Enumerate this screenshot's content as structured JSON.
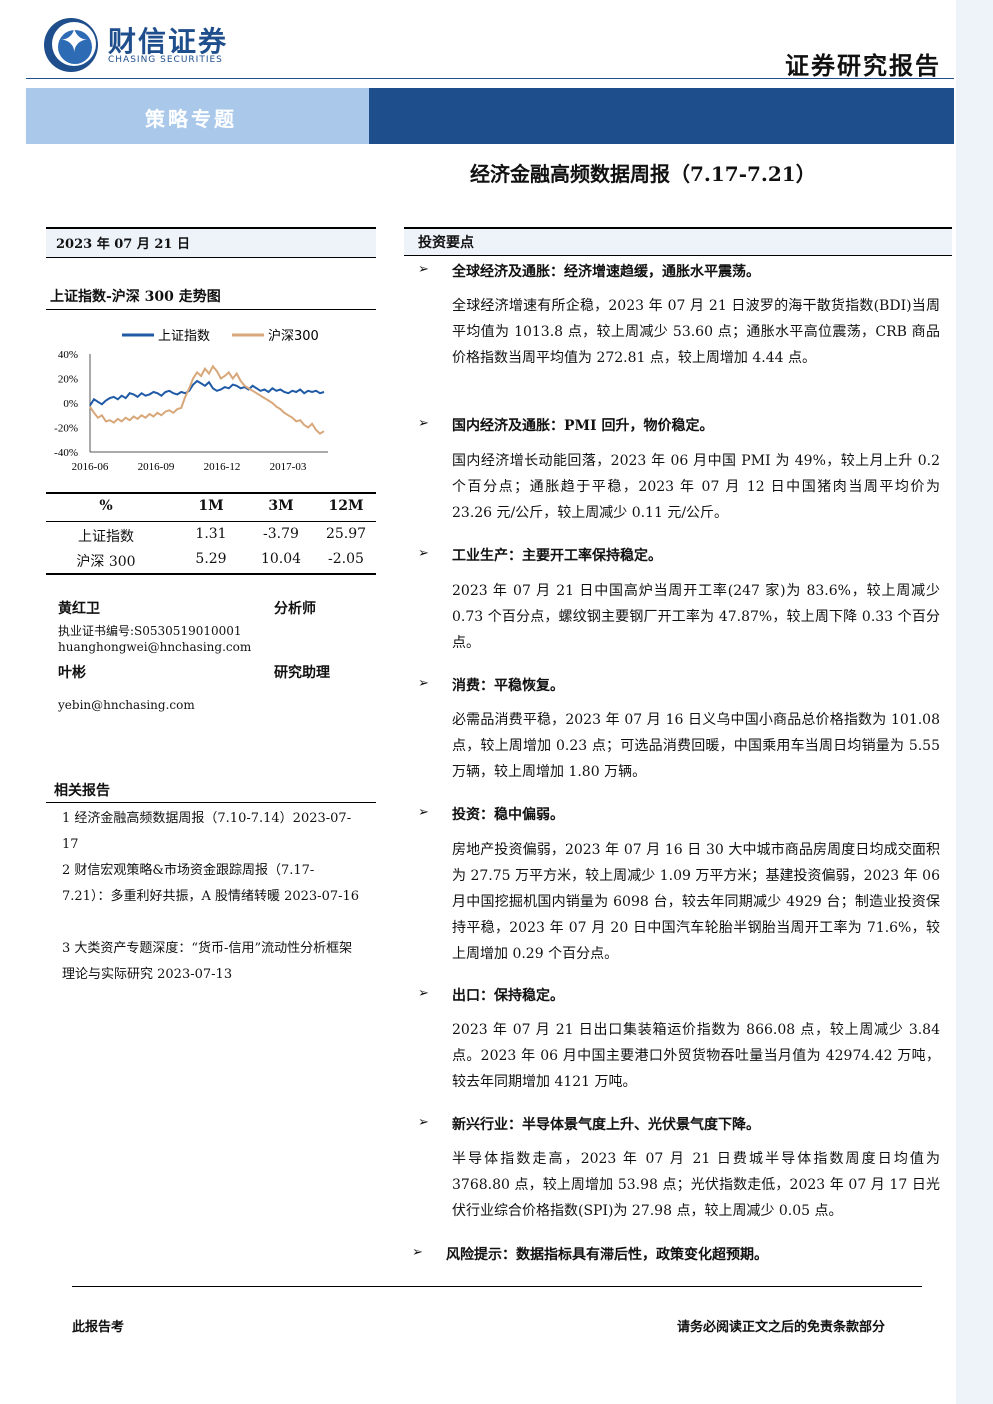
{
  "header": {
    "company_cn": "财信证券",
    "company_en": "CHASING SECURITIES",
    "report_type": "证券研究报告",
    "banner": "策略专题",
    "title": "经济金融高频数据周报（7.17-7.21）"
  },
  "left": {
    "date": "2023 年 07 月 21 日",
    "chart_title": "上证指数-沪深 300 走势图",
    "table": {
      "headers": [
        "%",
        "1M",
        "3M",
        "12M"
      ],
      "rows": [
        [
          "上证指数",
          "1.31",
          "-3.79",
          "25.97"
        ],
        [
          "沪深 300",
          "5.29",
          "10.04",
          "-2.05"
        ]
      ]
    },
    "analysts": [
      {
        "name": "黄红卫",
        "role": "分析师",
        "license": "执业证书编号:S0530519010001",
        "email": "huanghongwei@hnchasing.com"
      },
      {
        "name": "叶彬",
        "role": "研究助理",
        "email": "yebin@hnchasing.com"
      }
    ],
    "related_title": "相关报告",
    "related": [
      "1 经济金融高频数据周报（7.10-7.14）2023-07-17",
      "2 财信宏观策略&市场资金跟踪周报（7.17-7.21）：多重利好共振，A 股情绪转暖 2023-07-16",
      "3 大类资产专题深度：“货币-信用”流动性分析框架理论与实际研究 2023-07-13"
    ]
  },
  "chart_data": {
    "type": "line",
    "x_ticks": [
      "2016-06",
      "2016-09",
      "2016-12",
      "2017-03"
    ],
    "y_ticks": [
      "40%",
      "20%",
      "0%",
      "-20%",
      "-40%"
    ],
    "ylim": [
      -40,
      40
    ],
    "series": [
      {
        "name": "上证指数",
        "color": "#1f5aa6",
        "values": [
          -2,
          3,
          1,
          -1,
          2,
          4,
          5,
          3,
          6,
          4,
          8,
          7,
          5,
          8,
          6,
          7,
          9,
          8,
          6,
          9,
          10,
          8,
          7,
          9,
          8,
          10,
          15,
          18,
          16,
          14,
          17,
          12,
          10,
          11,
          13,
          12,
          15,
          14,
          12,
          13,
          11,
          14,
          12,
          10,
          11,
          9,
          12,
          10,
          11,
          9,
          8,
          10,
          9,
          11,
          8,
          10,
          9,
          10,
          8,
          9
        ]
      },
      {
        "name": "沪深300",
        "color": "#d8a77a",
        "values": [
          -3,
          -8,
          -12,
          -10,
          -15,
          -14,
          -16,
          -13,
          -15,
          -12,
          -14,
          -11,
          -13,
          -10,
          -12,
          -9,
          -11,
          -8,
          -10,
          -7,
          -6,
          -8,
          -5,
          -4,
          5,
          12,
          20,
          25,
          22,
          28,
          24,
          30,
          26,
          20,
          22,
          25,
          20,
          24,
          18,
          14,
          12,
          10,
          8,
          6,
          4,
          2,
          0,
          -3,
          -5,
          -8,
          -10,
          -12,
          -15,
          -14,
          -18,
          -20,
          -17,
          -22,
          -25,
          -23
        ]
      }
    ]
  },
  "right": {
    "key_title": "投资要点",
    "sections": [
      {
        "head": "全球经济及通胀：经济增速趋缓，通胀水平震荡。",
        "body": "全球经济增速有所企稳，2023 年 07 月 21 日波罗的海干散货指数(BDI)当周平均值为 1013.8 点，较上周减少 53.60 点；通胀水平高位震荡，CRB 商品价格指数当周平均值为 272.81 点，较上周增加 4.44 点。"
      },
      {
        "head": "国内经济及通胀：PMI 回升，物价稳定。",
        "body": "国内经济增长动能回落，2023 年 06 月中国 PMI 为 49%，较上月上升 0.2 个百分点；通胀趋于平稳，2023 年 07 月 12 日中国猪肉当周平均价为 23.26 元/公斤，较上周减少 0.11 元/公斤。"
      },
      {
        "head": "工业生产：主要开工率保持稳定。",
        "body": "2023 年 07 月 21 日中国高炉当周开工率(247 家)为 83.6%，较上周减少 0.73 个百分点，螺纹钢主要钢厂开工率为 47.87%，较上周下降 0.33 个百分点。"
      },
      {
        "head": "消费：平稳恢复。",
        "body": "必需品消费平稳，2023 年 07 月 16 日义乌中国小商品总价格指数为 101.08 点，较上周增加 0.23 点；可选品消费回暖，中国乘用车当周日均销量为 5.55 万辆，较上周增加 1.80 万辆。"
      },
      {
        "head": "投资：稳中偏弱。",
        "body": "房地产投资偏弱，2023 年 07 月 16 日 30 大中城市商品房周度日均成交面积为 27.75 万平方米，较上周减少 1.09 万平方米；基建投资偏弱，2023 年 06 月中国挖掘机国内销量为 6098 台，较去年同期减少 4929 台；制造业投资保持平稳，2023 年 07 月 20 日中国汽车轮胎半钢胎当周开工率为 71.6%，较上周增加 0.29 个百分点。"
      },
      {
        "head": "出口：保持稳定。",
        "body": "2023 年 07 月 21 日出口集装箱运价指数为 866.08 点，较上周减少 3.84 点。2023 年 06 月中国主要港口外贸货物吞吐量当月值为 42974.42 万吨，较去年同期增加 4121 万吨。"
      },
      {
        "head": "新兴行业：半导体景气度上升、光伏景气度下降。",
        "body": "半导体指数走高，2023 年 07 月 21 日费城半导体指数周度日均值为 3768.80 点，较上周增加 53.98 点；光伏指数走低，2023 年 07 月 17 日光伏行业综合价格指数(SPI)为 27.98 点，较上周减少 0.05 点。"
      }
    ],
    "risk": "风险提示：数据指标具有滞后性，政策变化超预期。"
  },
  "footer": {
    "left": "此报告考",
    "right": "请务必阅读正文之后的免责条款部分"
  }
}
